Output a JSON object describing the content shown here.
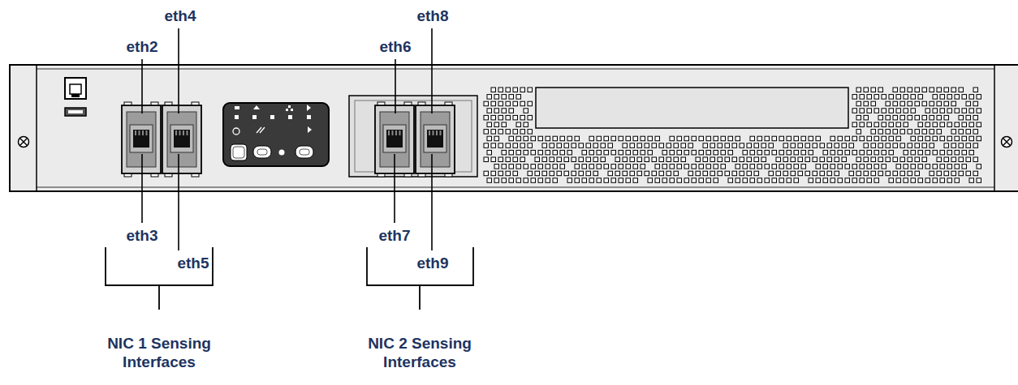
{
  "diagram": {
    "labels": [
      "eth4",
      "eth8",
      "eth2",
      "eth6",
      "eth3",
      "eth7",
      "eth5",
      "eth9",
      "NIC 1 Sensing Interfaces",
      "NIC 2 Sensing Interfaces"
    ]
  }
}
